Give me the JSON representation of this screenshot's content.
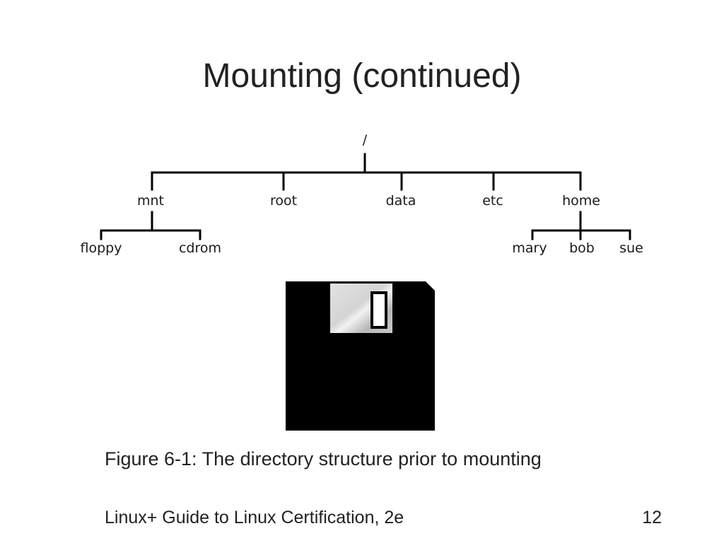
{
  "slide": {
    "title": "Mounting (continued)",
    "caption": "Figure 6-1: The directory structure prior to mounting",
    "footer": "Linux+ Guide to Linux Certification, 2e",
    "page_number": "12"
  },
  "tree": {
    "root": "/",
    "level1": [
      "mnt",
      "root",
      "data",
      "etc",
      "home"
    ],
    "mnt_children": [
      "floppy",
      "cdrom"
    ],
    "home_children": [
      "mary",
      "bob",
      "sue"
    ]
  },
  "floppy_disk": {
    "icon": "floppy-disk-icon",
    "body_color": "#000000",
    "shutter_color": "#cccccc"
  }
}
